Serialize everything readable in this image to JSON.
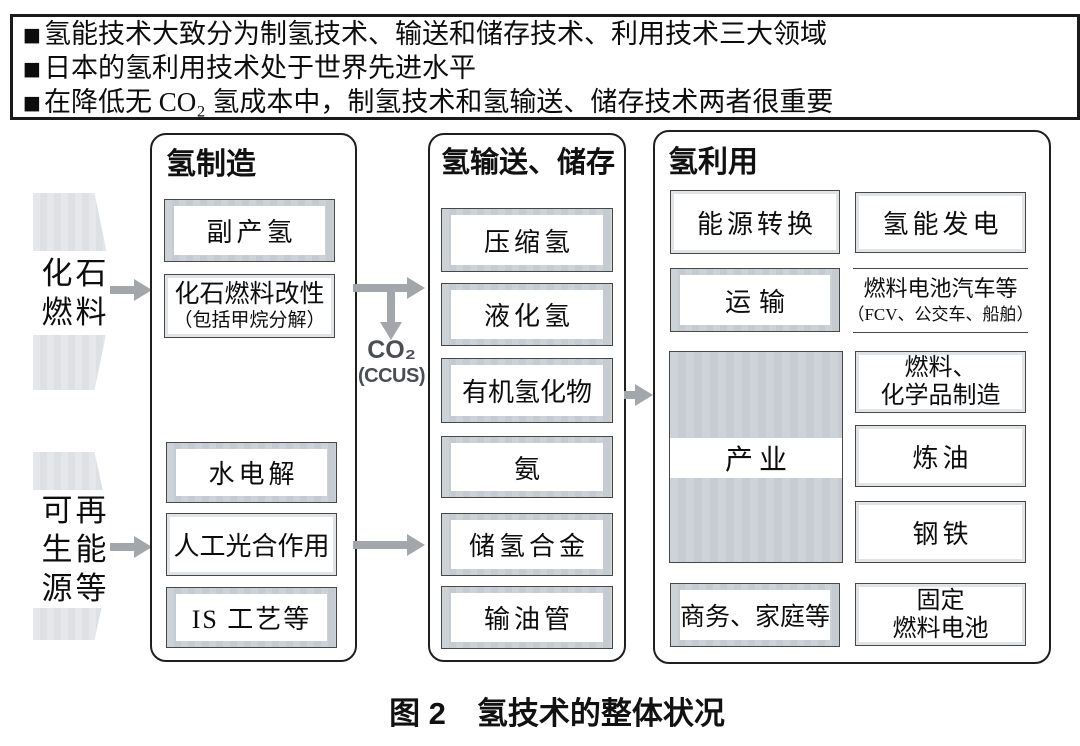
{
  "notes": {
    "marker": "■",
    "bullets": [
      "氢能技术大致分为制氢技术、输送和储存技术、利用技术三大领域",
      "日本的氢利用技术处于世界先进水平",
      "在降低无 CO₂ 氢成本中，制氢技术和氢输送、储存技术两者很重要"
    ]
  },
  "inputs": {
    "fossil": {
      "line1": "化石",
      "line2": "燃料"
    },
    "renewable": {
      "line1": "可再",
      "line2": "生能",
      "line3": "源等"
    }
  },
  "columns": {
    "production": {
      "title": "氢制造",
      "byproduct": "副产氢",
      "reforming_line1": "化石燃料改性",
      "reforming_line2": "（包括甲烷分解）",
      "electrolysis": "水电解",
      "photosynthesis": "人工光合作用",
      "is_process": "IS 工艺等"
    },
    "transport": {
      "title": "氢输送、储存",
      "compressed": "压缩氢",
      "liquefied": "液化氢",
      "organic_hydride": "有机氢化物",
      "ammonia": "氨",
      "storage_alloy": "储氢合金",
      "pipeline": "输油管"
    },
    "utilization": {
      "title": "氢利用",
      "energy_conversion": "能源转换",
      "power_generation": "氢能发电",
      "transportation": "运输",
      "fcv_line1": "燃料电池汽车等",
      "fcv_line2": "（FCV、公交车、船舶）",
      "industry": "产业",
      "fuel_chem_line1": "燃料、",
      "fuel_chem_line2": "化学品制造",
      "refining": "炼油",
      "steel": "钢铁",
      "commerce": "商务、家庭等",
      "fuel_cell_line1": "固定",
      "fuel_cell_line2": "燃料电池"
    }
  },
  "co2": {
    "line1": "CO₂",
    "line2": "(CCUS)"
  },
  "caption": "图 2　氢技术的整体状况",
  "colors": {
    "frame_gray": "#c9ced4",
    "arrow_gray": "#a3a7ab",
    "border_dark": "#1f1f1f",
    "co2_text": "#4a4e53"
  }
}
